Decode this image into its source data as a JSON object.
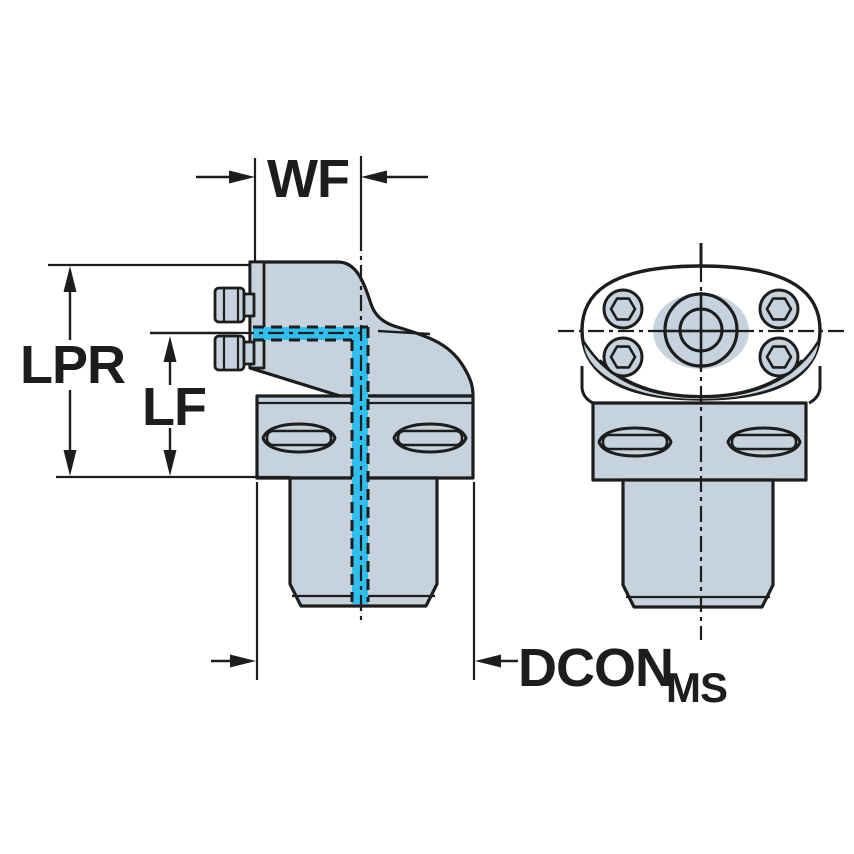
{
  "drawing": {
    "description": "Engineering dimension drawing of a machine tool holder shown in side view and front view",
    "labels": {
      "wf": "WF",
      "lpr": "LPR",
      "lf": "LF",
      "dcon": "DCON",
      "dcon_sub": "MS"
    },
    "colors": {
      "background": "#ffffff",
      "body_fill": "#c6d3de",
      "outline": "#1d1d1b",
      "coolant_highlight": "#2fbfee"
    }
  }
}
